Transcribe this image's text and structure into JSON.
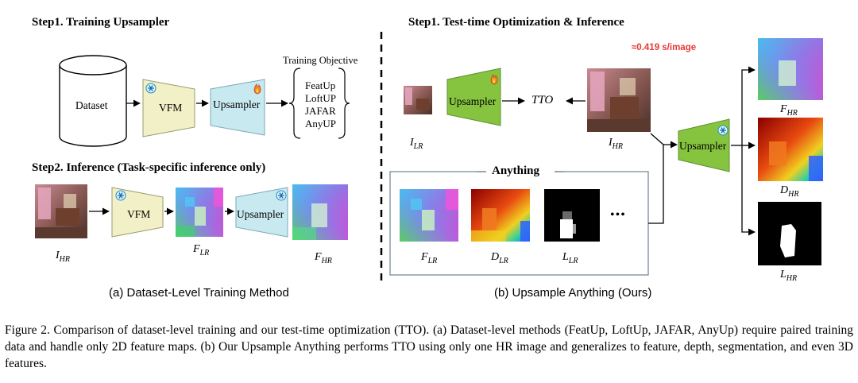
{
  "left": {
    "step1_title": "Step1. Training Upsampler",
    "dataset_label": "Dataset",
    "vfm_label": "VFM",
    "upsampler_label": "Upsampler",
    "objective_title": "Training Objective",
    "objectives": [
      "FeatUp",
      "LoftUP",
      "JAFAR",
      "AnyUP"
    ],
    "step2_title": "Step2. Inference (Task-specific inference only)",
    "vfm_label_2": "VFM",
    "upsampler_label_2": "Upsampler",
    "input_label": {
      "base": "I",
      "sub": "HR"
    },
    "feat_lr_label": {
      "base": "F",
      "sub": "LR"
    },
    "feat_hr_label": {
      "base": "F",
      "sub": "HR"
    },
    "caption": "(a) Dataset-Level Training Method"
  },
  "right": {
    "step1_title": "Step1. Test-time Optimization & Inference",
    "speed_text": "≈0.419 s/image",
    "upsampler_label": "Upsampler",
    "tto_label": "TTO",
    "ilr_label": {
      "base": "I",
      "sub": "LR"
    },
    "ihr_label": {
      "base": "I",
      "sub": "HR"
    },
    "anything_title": "Anything",
    "flr_label": {
      "base": "F",
      "sub": "LR"
    },
    "dlr_label": {
      "base": "D",
      "sub": "LR"
    },
    "llr_label": {
      "base": "L",
      "sub": "LR"
    },
    "ellipsis": "•••",
    "upsampler_label_2": "Upsampler",
    "fhr_label": {
      "base": "F",
      "sub": "HR"
    },
    "dhr_label": {
      "base": "D",
      "sub": "HR"
    },
    "lhr_label": {
      "base": "L",
      "sub": "HR"
    },
    "caption": "(b) Upsample Anything (Ours)"
  },
  "icons": {
    "frozen": "snowflake-icon",
    "trainable": "flame-icon"
  },
  "colors": {
    "vfm_fill": "#f1f0c6",
    "upsampler_fill": "#c9e9f0",
    "tto_upsampler_fill": "#86c440",
    "speed_text": "#e53935"
  },
  "figure_caption": "Figure 2. Comparison of dataset-level training and our test-time optimization (TTO). (a) Dataset-level methods (FeatUp, LoftUp, JAFAR, AnyUp) require paired training data and handle only 2D feature maps. (b) Our Upsample Anything performs TTO using only one HR image and generalizes to feature, depth, segmentation, and even 3D features."
}
